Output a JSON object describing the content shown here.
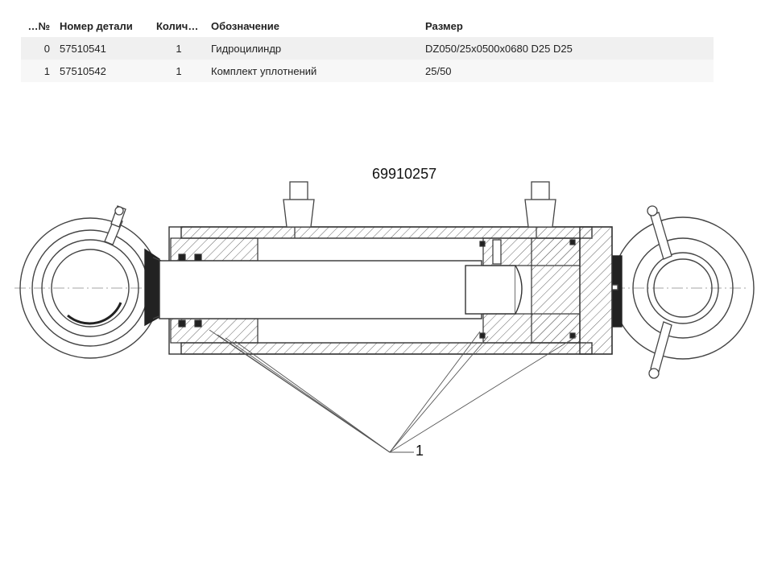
{
  "table": {
    "headers": [
      "№ п/п",
      "Номер детали",
      "Количество",
      "Обозначение",
      "Размер"
    ],
    "rows": [
      {
        "no": "0",
        "part": "57510541",
        "qty": "1",
        "name": "Гидроцилиндр",
        "size": "DZ050/25x0500x0680 D25 D25"
      },
      {
        "no": "1",
        "part": "57510542",
        "qty": "1",
        "name": "Комплект уплотнений",
        "size": "25/50"
      }
    ]
  },
  "diagram": {
    "title": "69910257",
    "callout": "1"
  }
}
